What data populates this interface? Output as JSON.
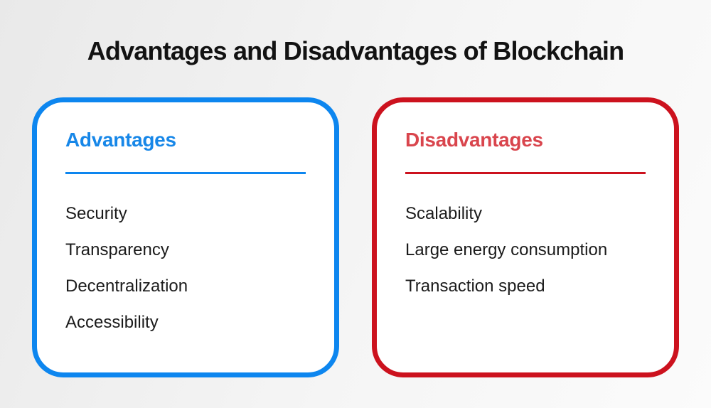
{
  "page": {
    "title": "Advantages and Disadvantages of Blockchain"
  },
  "colors": {
    "background_start": "#e9e9e9",
    "background_mid": "#f5f5f5",
    "background_end": "#fbfbfb",
    "title_text": "#121212",
    "item_text": "#1b1b1b",
    "advantages_border": "#0d86ef",
    "advantages_heading": "#1787e8",
    "disadvantages_border": "#cc121e",
    "disadvantages_heading": "#d9454d"
  },
  "cards": [
    {
      "heading": "Advantages",
      "items": [
        "Security",
        "Transparency",
        "Decentralization",
        "Accessibility"
      ]
    },
    {
      "heading": "Disadvantages",
      "items": [
        "Scalability",
        "Large energy consumption",
        "Transaction speed"
      ]
    }
  ]
}
